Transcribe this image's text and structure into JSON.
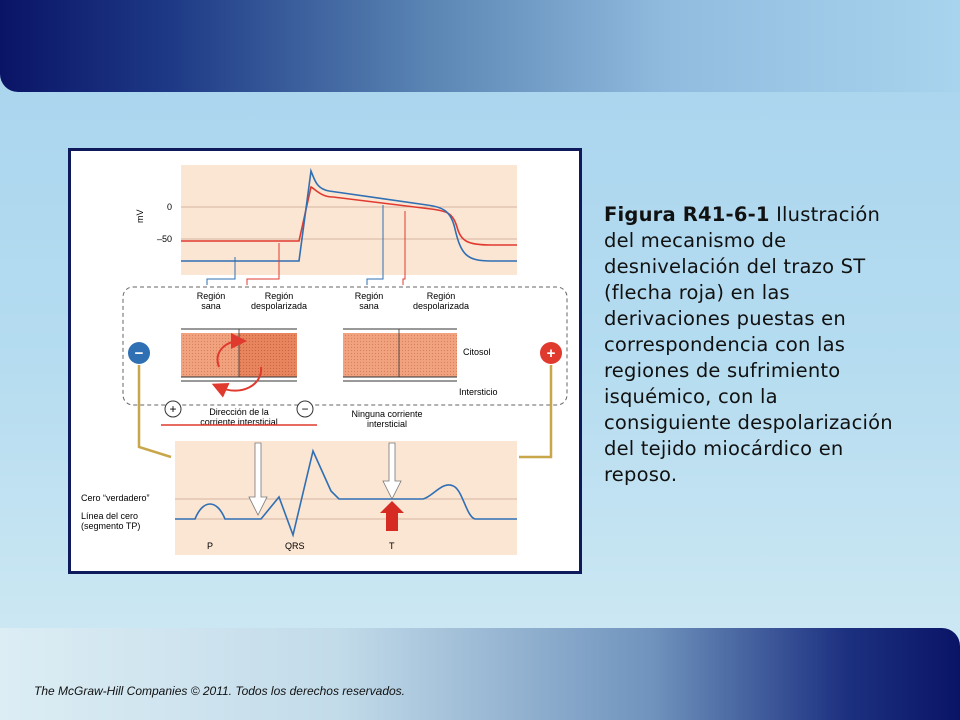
{
  "caption": {
    "figure_label": "Figura R41-6-1",
    "text": "Ilustración del mecanismo de desnivelación del trazo ST (flecha roja) en las derivaciones puestas en correspondencia con las regiones de sufrimiento isquémico, con la consiguiente despolarización del tejido miocárdico en reposo."
  },
  "footer": "The McGraw-Hill Companies © 2011. Todos los derechos reservados.",
  "diagram": {
    "axis_unit": "mV",
    "tick_zero": "0",
    "tick_minus50": "–50",
    "labels_left": [
      "Región",
      "sana",
      "Región",
      "despolarizada"
    ],
    "labels_right": [
      "Región",
      "sana",
      "Región",
      "despolarizada"
    ],
    "citosol": "Citosol",
    "intersticio": "Intersticio",
    "minus": "−",
    "plus": "+",
    "direction_label": [
      "Dirección de la",
      "corriente intersticial"
    ],
    "no_current_label": [
      "Ninguna corriente",
      "intersticial"
    ],
    "true_zero": "Cero “verdadero”",
    "zero_line": [
      "Línea del cero",
      "(segmento TP)"
    ],
    "ecg_p": "P",
    "ecg_qrs": "QRS",
    "ecg_t": "T",
    "colors": {
      "blue_trace": "#2f6fb3",
      "red_trace": "#e03a2f",
      "panel_fill": "#fbe5d3",
      "tissue_fill": "#f0a582",
      "frame_border": "#0f1a5c",
      "wire_gold": "#c8a64a"
    }
  }
}
